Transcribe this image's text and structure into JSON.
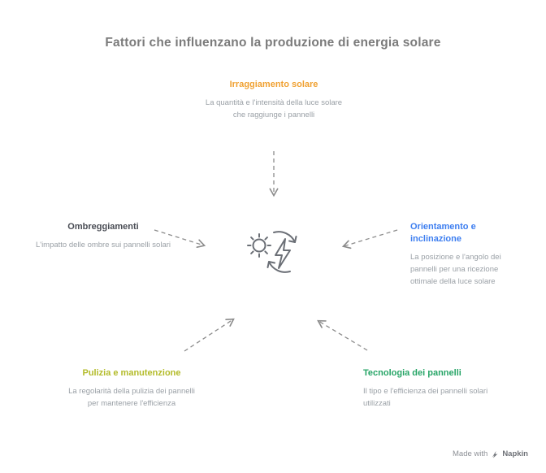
{
  "title": "Fattori che influenzano la produzione di energia solare",
  "factors": {
    "top": {
      "label": "Irraggiamento solare",
      "description": "La quantità e l'intensità della luce solare che raggiunge i pannelli",
      "color": "#f0a132"
    },
    "left": {
      "label": "Ombreggiamenti",
      "description": "L'impatto delle ombre sui pannelli solari",
      "color": "#4a4d55"
    },
    "right": {
      "label": "Orientamento e inclinazione",
      "description": "La posizione e l'angolo dei pannelli per una ricezione ottimale della luce solare",
      "color": "#3d7ef0"
    },
    "bottom_left": {
      "label": "Pulizia e manutenzione",
      "description": "La regolarità della pulizia dei pannelli per mantenere l'efficienza",
      "color": "#b3bb29"
    },
    "bottom_right": {
      "label": "Tecnologia dei pannelli",
      "description": "Il tipo e l'efficienza dei pannelli solari utilizzati",
      "color": "#27a567"
    }
  },
  "center_icon": "solar-energy-cycle-icon",
  "arrow_color": "#8c8c8c",
  "footer": {
    "made_with": "Made with",
    "brand": "Napkin"
  }
}
